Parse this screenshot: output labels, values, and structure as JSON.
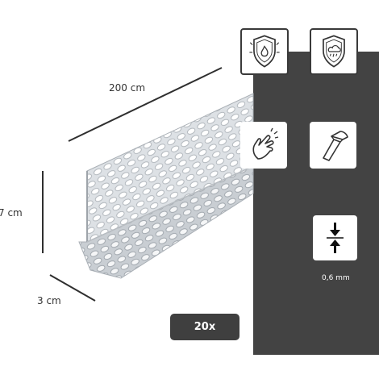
{
  "dimensions": {
    "length": "200 cm",
    "height": "7 cm",
    "width": "3 cm",
    "thickness": "0,6 mm"
  },
  "quantity": "20x",
  "icons": {
    "weather_shield_fire": "shield-fire-icon",
    "weather_shield_storm": "shield-storm-icon",
    "hand_click": "hand-snap-icon",
    "hammer": "hammer-icon",
    "thickness": "thickness-arrows-icon"
  },
  "colors": {
    "panel": "#434343",
    "badge": "#3f3f3f",
    "metal": "#e4e7ea",
    "metal_shadow": "#b9bec3"
  }
}
